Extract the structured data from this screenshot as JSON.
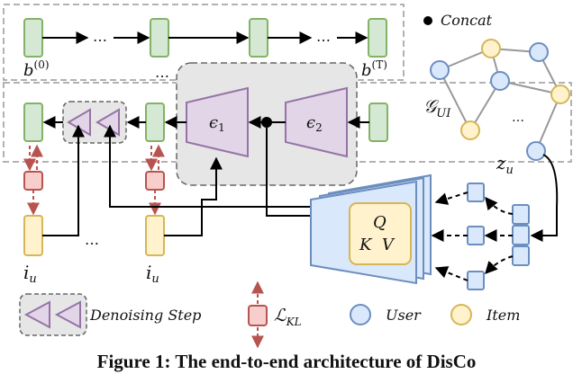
{
  "labels": {
    "concat": "Concat",
    "ellipsis": "…",
    "b": "b",
    "b_sup0": "(0)",
    "b_supT": "(T)",
    "eps": "ϵ",
    "eps1_sub": "1",
    "eps2_sub": "2",
    "graph": "𝒢",
    "graph_sub": "UI",
    "z": "z",
    "z_sub": "u",
    "i": "i",
    "i_sub": "u",
    "q": "Q",
    "kv": "K  V"
  },
  "legend": {
    "denoising": "Denoising Step",
    "loss": "ℒ",
    "loss_sub": "KL",
    "user": "User",
    "item": "Item"
  },
  "caption": "Figure 1: The end-to-end architecture of DisCo",
  "colors": {
    "green_fill": "#d5e8d4",
    "green_stroke": "#82b366",
    "red_fill": "#f8cecc",
    "red_stroke": "#b85450",
    "yellow_fill": "#fff2cc",
    "yellow_stroke": "#d6b656",
    "blue_fill": "#dae8fc",
    "blue_stroke": "#6c8ebf",
    "purple_fill": "#e1d5e7",
    "purple_stroke": "#9673a6",
    "gray_fill": "#e6e6e6"
  }
}
